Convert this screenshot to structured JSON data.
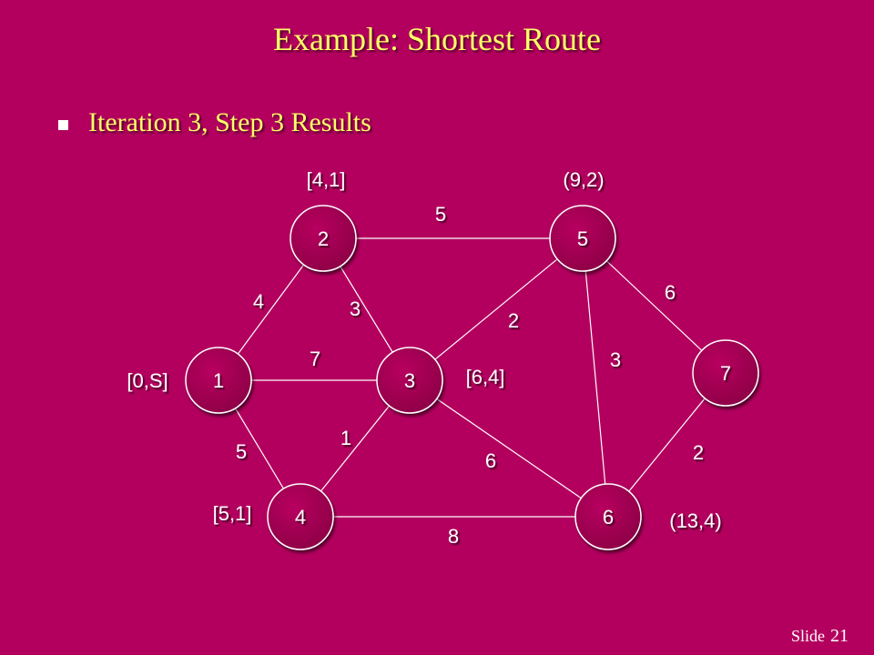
{
  "slide": {
    "title": "Example:  Shortest Route",
    "bullet": "Iteration 3, Step 3 Results",
    "footer_label": "Slide",
    "footer_number": "21"
  },
  "colors": {
    "background": "#b3005e",
    "title_text": "#ffff66",
    "node_fill": "#9e0050",
    "node_edge": "#ffffff",
    "label_text": "#ffffff"
  },
  "graph": {
    "nodes": {
      "1": "1",
      "2": "2",
      "3": "3",
      "4": "4",
      "5": "5",
      "6": "6",
      "7": "7"
    },
    "edge_weights": {
      "e12": "4",
      "e13": "7",
      "e14": "5",
      "e23": "3",
      "e25": "5",
      "e34": "1",
      "e35": "2",
      "e36": "6",
      "e46": "8",
      "e56": "3",
      "e57": "6",
      "e67": "2"
    },
    "node_labels": {
      "1": "[0,S]",
      "2": "[4,1]",
      "3": "[6,4]",
      "4": "[5,1]",
      "5": "(9,2)",
      "6": "(13,4)"
    }
  }
}
